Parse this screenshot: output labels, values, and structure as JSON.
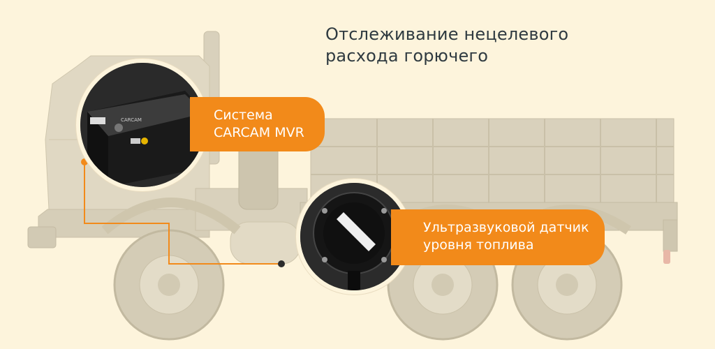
{
  "title": {
    "line1": "Отслеживание нецелевого",
    "line2": "расхода горючего"
  },
  "callouts": [
    {
      "line1": "Система",
      "line2": "CARCAM MVR"
    },
    {
      "line1": "Ультразвуковой датчик",
      "line2": "уровня топлива"
    }
  ],
  "device_label": "CARCAM",
  "colors": {
    "background": "#fdf4dc",
    "accent": "#f28a1a",
    "truck": "#d9d1bc",
    "text": "#2f3a40"
  }
}
